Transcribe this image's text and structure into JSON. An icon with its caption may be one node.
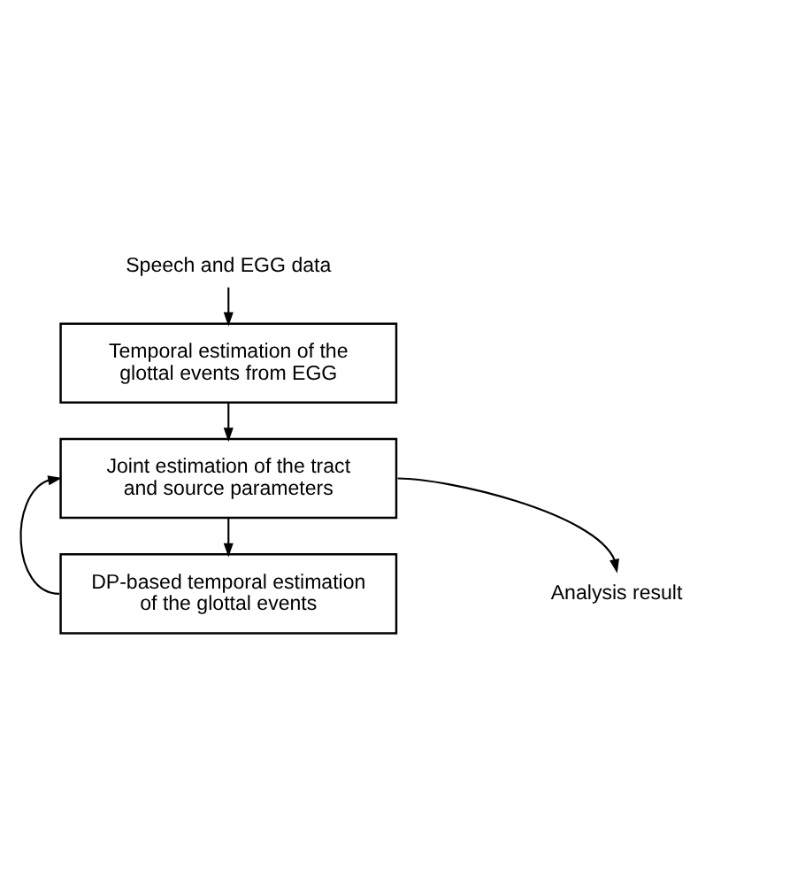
{
  "diagram": {
    "nodes": [
      {
        "text": [
          "Speech and EGG data"
        ]
      },
      {
        "text": [
          "Temporal estimation of the glottal events from EGG"
        ]
      },
      {
        "text": [
          "Joint estimation of the tract and source parameters"
        ]
      },
      {
        "text": [
          "DP-based temporal estimation of the glottal events"
        ]
      },
      {
        "text": [
          "Analysis result"
        ]
      }
    ],
    "edges": [
      {
        "from": 0,
        "to": 1,
        "arrow": "to"
      },
      {
        "from": 1,
        "to": 2,
        "arrow": "to"
      },
      {
        "from": 2,
        "to": 3,
        "arrow": "to"
      },
      {
        "from": 3,
        "to": 2,
        "arrow": "to"
      },
      {
        "from": 2,
        "to": 4,
        "arrow": "to"
      }
    ]
  }
}
